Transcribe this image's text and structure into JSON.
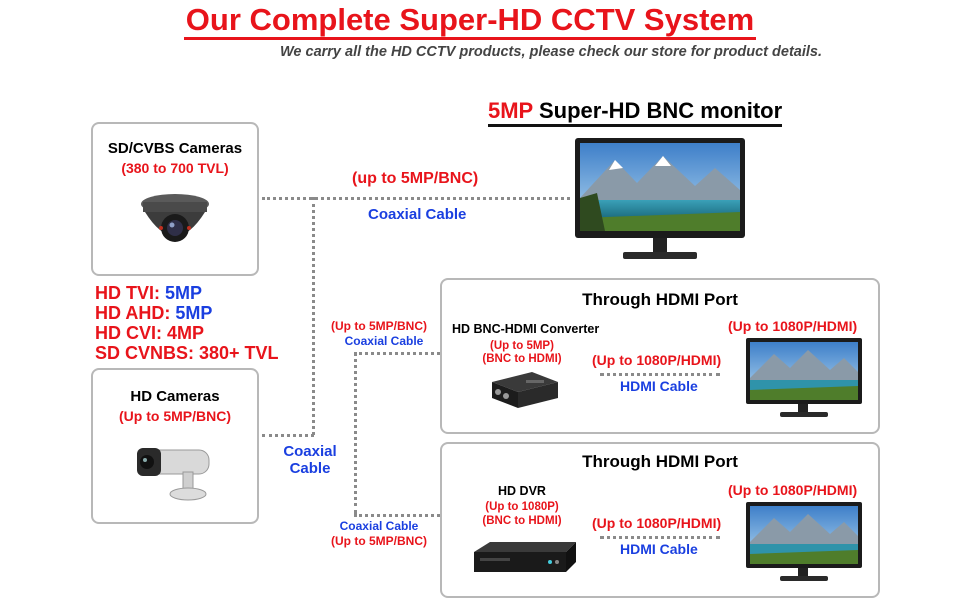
{
  "header": {
    "title": "Our Complete Super-HD CCTV System",
    "subtitle": "We carry all the HD CCTV products, please check our store for product details."
  },
  "monitor_section": {
    "title_red": "5MP",
    "title_black": " Super-HD BNC monitor",
    "cable_spec": "(up to 5MP/BNC)",
    "cable_label": "Coaxial Cable"
  },
  "sd_cameras": {
    "title": "SD/CVBS Cameras",
    "spec": "(380 to 700 TVL)"
  },
  "formats": [
    {
      "label": "HD TVI: ",
      "value": "5MP"
    },
    {
      "label": "HD AHD: ",
      "value": "5MP"
    },
    {
      "label": "HD CVI: 4MP",
      "value": ""
    },
    {
      "label": "SD CVNBS: 380+ TVL",
      "value": ""
    }
  ],
  "hd_cameras": {
    "title": "HD Cameras",
    "spec": "(Up to 5MP/BNC)",
    "cable_label": "Coaxial Cable"
  },
  "hdmi_converter_section": {
    "heading": "Through HDMI Port",
    "left_cable_spec": "(Up to 5MP/BNC)",
    "left_cable_label": "Coaxial Cable",
    "device_name": "HD BNC-HDMI Converter",
    "device_spec_1": "(Up to 5MP)",
    "device_spec_2": "(BNC to HDMI)",
    "hdmi_spec": "(Up to 1080P/HDMI)",
    "hdmi_label": "HDMI Cable",
    "monitor_spec": "(Up to 1080P/HDMI)"
  },
  "dvr_section": {
    "heading": "Through HDMI Port",
    "left_cable_label": "Coaxial Cable",
    "left_cable_spec": "(Up to 5MP/BNC)",
    "device_name": "HD DVR",
    "device_spec_1": "(Up to 1080P)",
    "device_spec_2": "(BNC to HDMI)",
    "hdmi_spec": "(Up to 1080P/HDMI)",
    "hdmi_label": "HDMI Cable",
    "monitor_spec": "(Up to 1080P/HDMI)"
  },
  "colors": {
    "accent_red": "#e8141b",
    "accent_blue": "#1a3fe0",
    "box_border": "#b8b8b8",
    "cable_dots": "#8a8a8a"
  }
}
